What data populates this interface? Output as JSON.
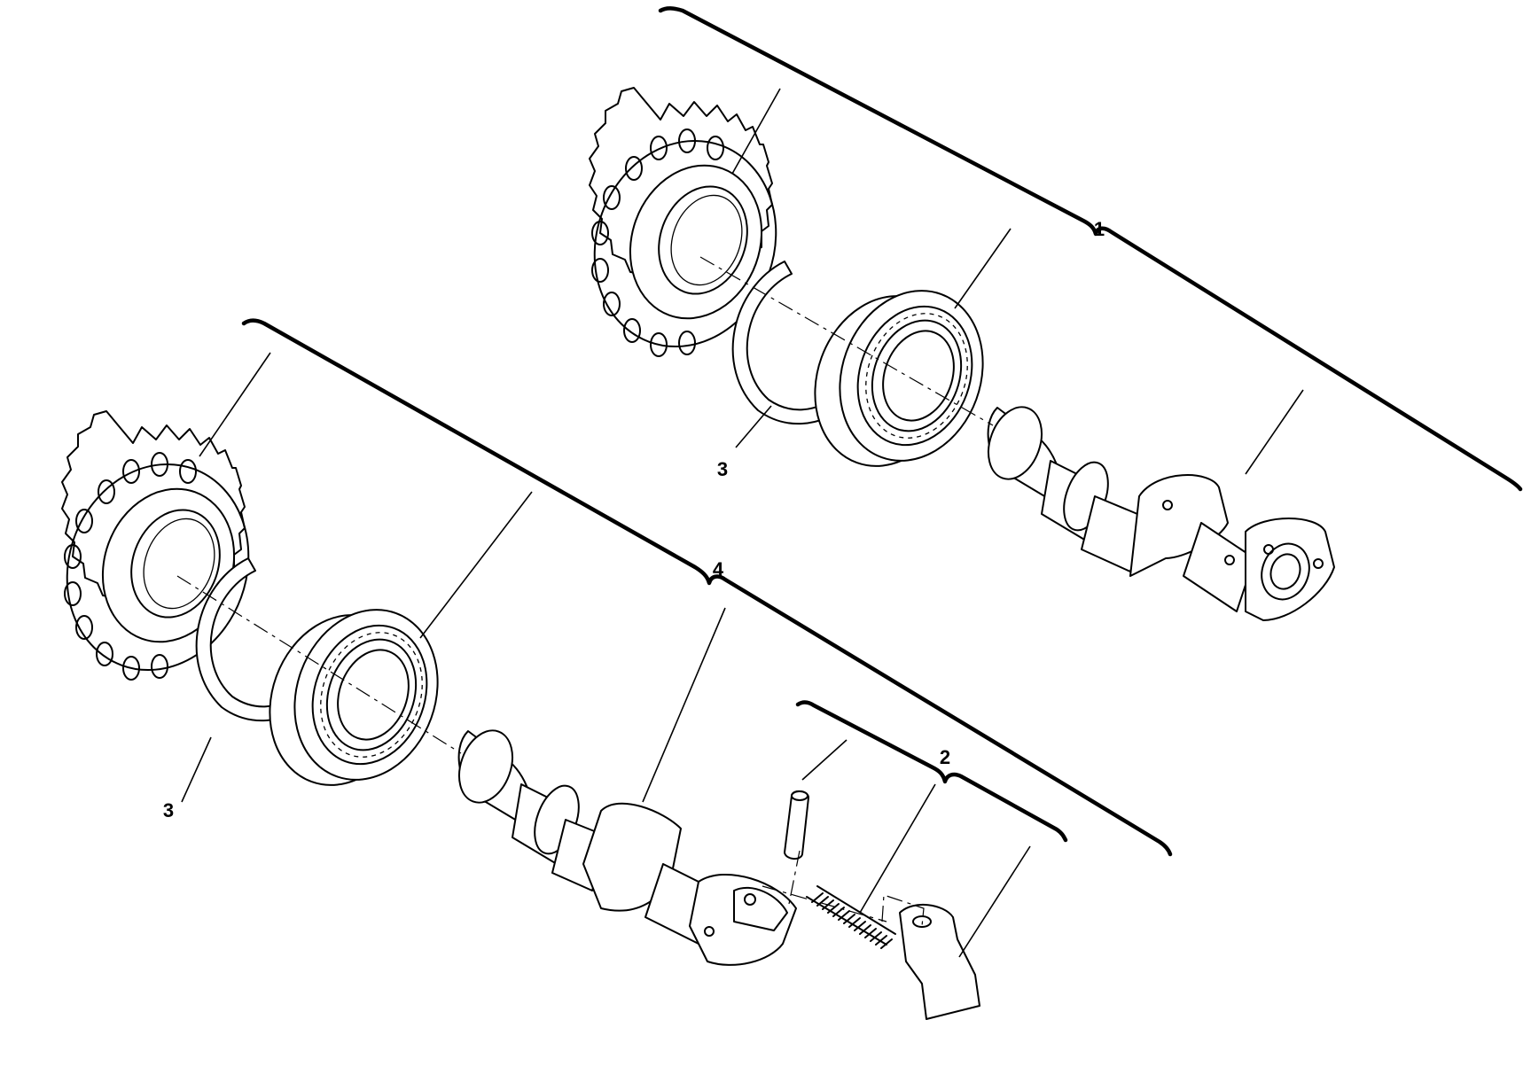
{
  "diagram": {
    "callouts": [
      {
        "id": "1",
        "label": "1"
      },
      {
        "id": "2",
        "label": "2"
      },
      {
        "id": "3a",
        "label": "3"
      },
      {
        "id": "3b",
        "label": "3"
      },
      {
        "id": "4",
        "label": "4"
      }
    ]
  }
}
